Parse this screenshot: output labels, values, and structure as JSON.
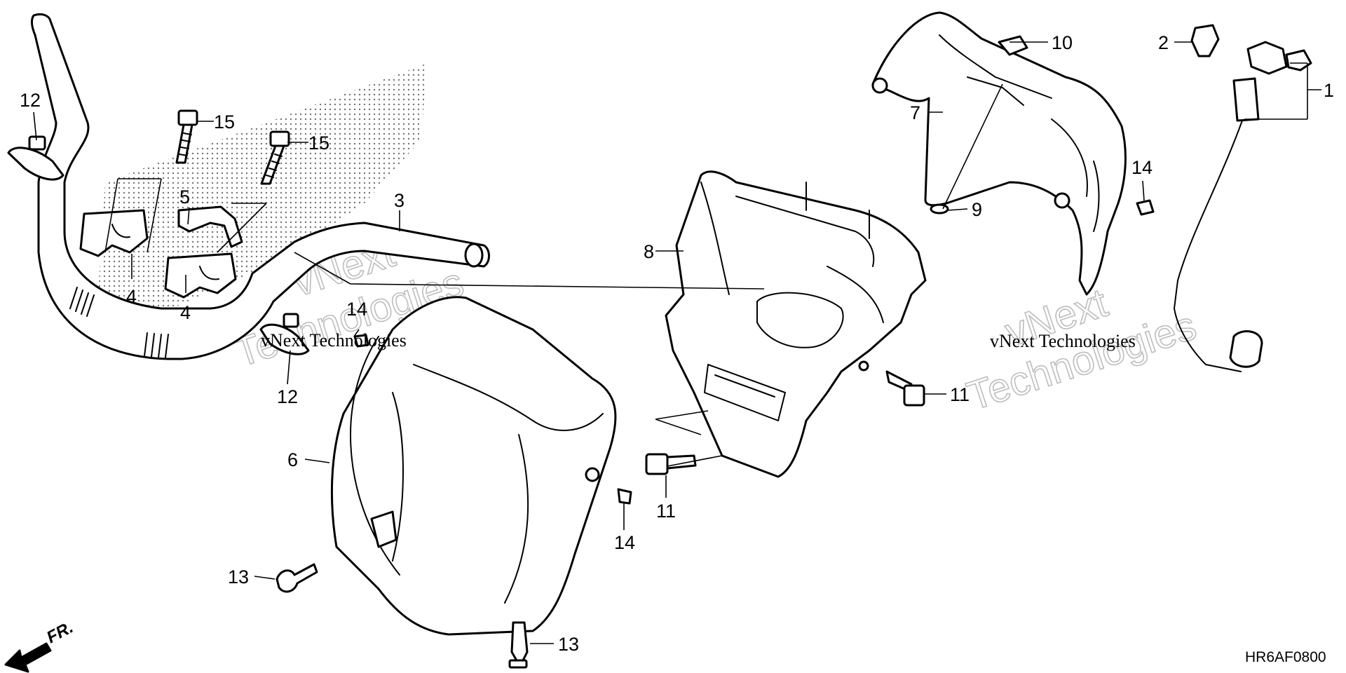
{
  "callouts": {
    "c1": "1",
    "c2": "2",
    "c3": "3",
    "c4a": "4",
    "c4b": "4",
    "c5": "5",
    "c6": "6",
    "c7": "7",
    "c8": "8",
    "c9": "9",
    "c10": "10",
    "c11a": "11",
    "c11b": "11",
    "c12a": "12",
    "c12b": "12",
    "c13a": "13",
    "c13b": "13",
    "c14a": "14",
    "c14b": "14",
    "c14c": "14",
    "c15a": "15",
    "c15b": "15"
  },
  "watermarks": {
    "brand_small": "vNext Technologies",
    "brand_word_1": "vNext",
    "brand_word_2": "Technologies"
  },
  "diagram_code": "HR6AF0800",
  "direction_label": "FR.",
  "colors": {
    "line": "#000000",
    "background": "#ffffff",
    "watermark_outline": "#bdbdbd"
  }
}
